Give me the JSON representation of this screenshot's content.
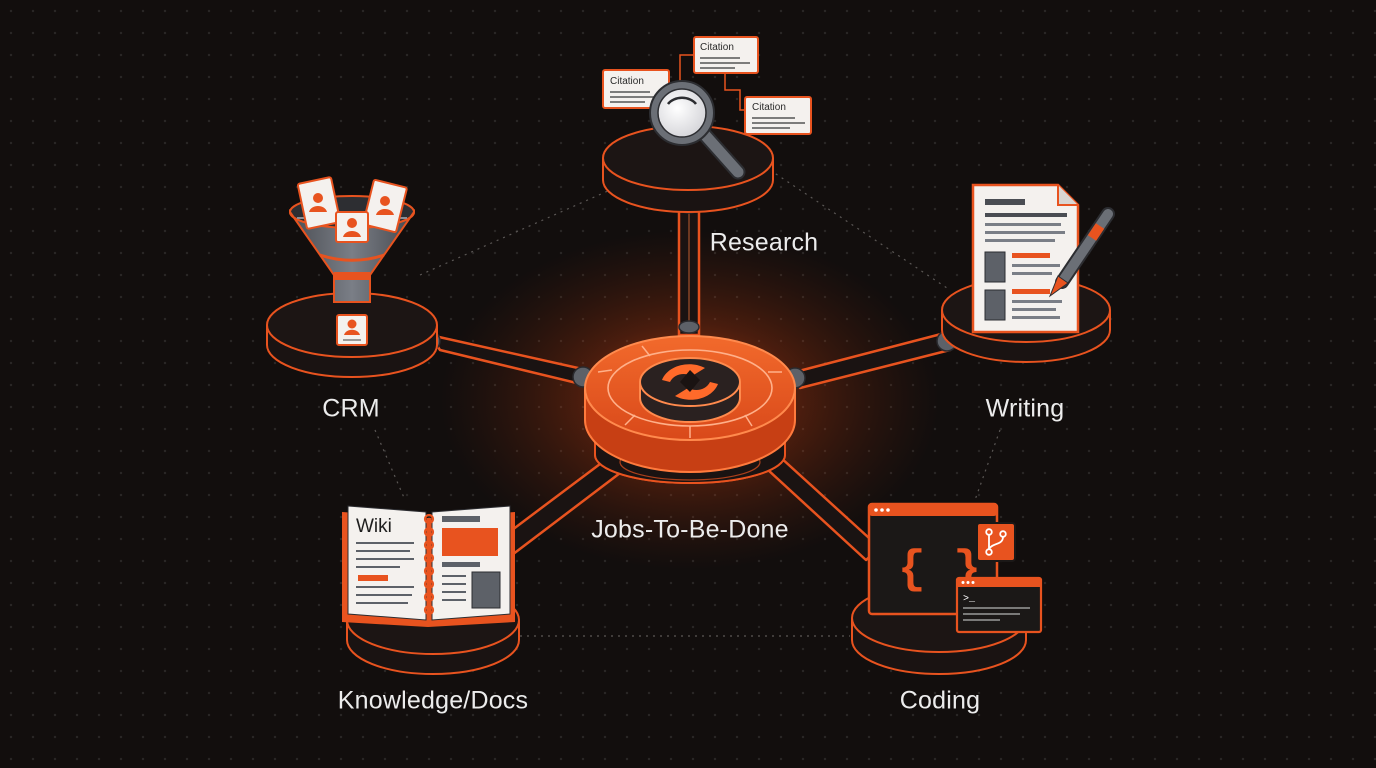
{
  "hub": {
    "label": "Jobs-To-Be-Done"
  },
  "nodes": {
    "research": {
      "label": "Research",
      "citations": [
        "Citation",
        "Citation",
        "Citation"
      ]
    },
    "crm": {
      "label": "CRM"
    },
    "writing": {
      "label": "Writing"
    },
    "knowledge": {
      "label": "Knowledge/Docs",
      "book_title": "Wiki"
    },
    "coding": {
      "label": "Coding",
      "code_glyph": "{ }",
      "prompt_glyph": ">_"
    }
  },
  "colors": {
    "background": "#120e0d",
    "accent": "#e8531f",
    "accent_light": "#ff7a3d",
    "paper": "#f4f1ee",
    "steel": "#5d6168",
    "text": "#ececec"
  }
}
